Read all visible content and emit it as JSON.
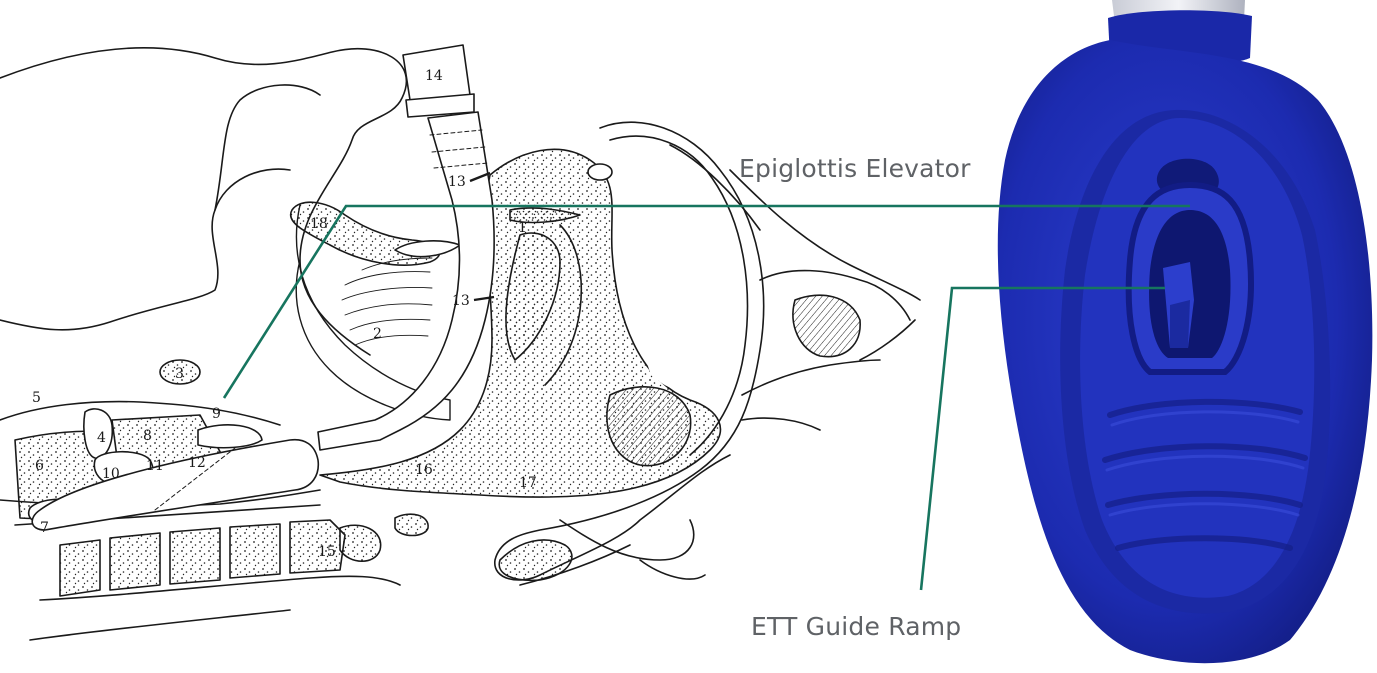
{
  "callouts": {
    "epiglottis_elevator": "Epiglottis Elevator",
    "ett_guide_ramp": "ETT Guide Ramp"
  },
  "anatomy_numbers": [
    "1",
    "2",
    "3",
    "4",
    "5",
    "6",
    "7",
    "8",
    "9",
    "10",
    "11",
    "12",
    "13",
    "13",
    "14",
    "15",
    "16",
    "17",
    "18"
  ],
  "colors": {
    "leader_line": "#17755f",
    "device_blue": "#1f2fb8",
    "line_art": "#1a1a1a",
    "label_text": "#5f6266"
  }
}
